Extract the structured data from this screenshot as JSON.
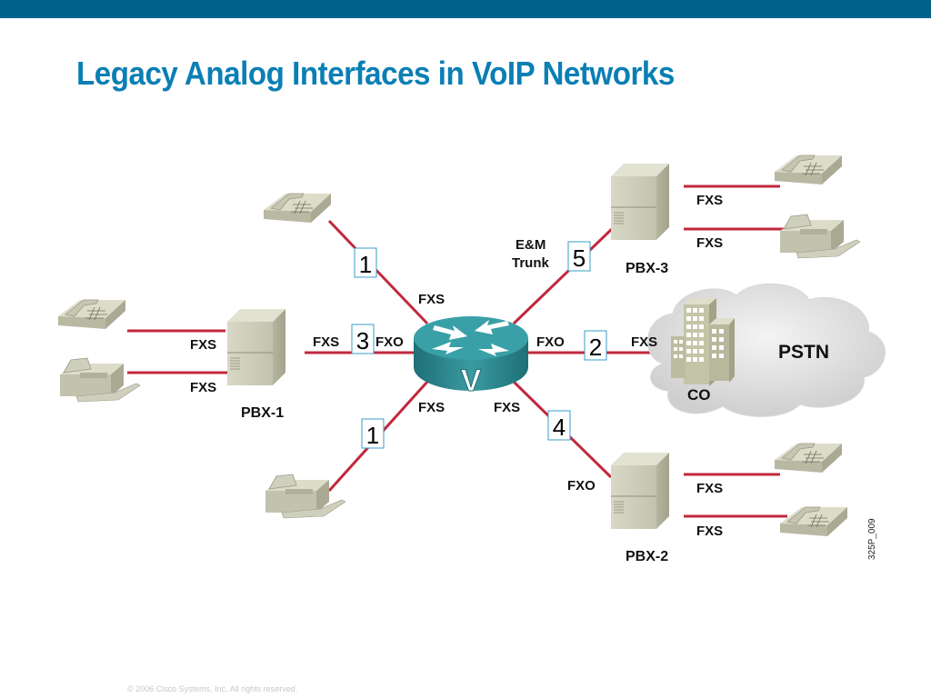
{
  "slide": {
    "title": "Legacy Analog Interfaces in VoIP Networks",
    "footer": "© 2006 Cisco Systems, Inc. All rights reserved.",
    "figure_code": "325P_009",
    "colors": {
      "topbar": "#00628b",
      "title": "#0a7fb4",
      "link": "#c0283c",
      "router": "#2f8f96",
      "callout_border": "#3a9cc8",
      "device": "#c8c8b4"
    }
  },
  "nodes": {
    "router": {
      "label": "V",
      "icon": "voice-router-icon"
    },
    "pbx1": {
      "label": "PBX-1"
    },
    "pbx2": {
      "label": "PBX-2"
    },
    "pbx3": {
      "label": "PBX-3"
    },
    "pstn": {
      "label": "PSTN"
    },
    "co": {
      "label": "CO"
    }
  },
  "links": {
    "router_phone_top": {
      "router_side": "FXS",
      "callout": "1"
    },
    "router_fax_bottom": {
      "router_side": "FXS",
      "callout": "1"
    },
    "router_pbx1": {
      "router_side": "FXO",
      "pbx_side": "FXS",
      "callout": "3"
    },
    "router_co": {
      "router_side": "FXO",
      "co_side": "FXS",
      "callout": "2"
    },
    "router_pbx2": {
      "router_side": "FXS",
      "pbx_side": "FXO",
      "callout": "4"
    },
    "router_pbx3": {
      "label_line1": "E&M",
      "label_line2": "Trunk",
      "callout": "5"
    },
    "pbx1_phone": {
      "pbx_side": "FXS"
    },
    "pbx1_fax": {
      "pbx_side": "FXS"
    },
    "pbx3_phone": {
      "pbx_side": "FXS"
    },
    "pbx3_fax": {
      "pbx_side": "FXS"
    },
    "pbx2_phone_a": {
      "pbx_side": "FXS"
    },
    "pbx2_phone_b": {
      "pbx_side": "FXS"
    }
  }
}
